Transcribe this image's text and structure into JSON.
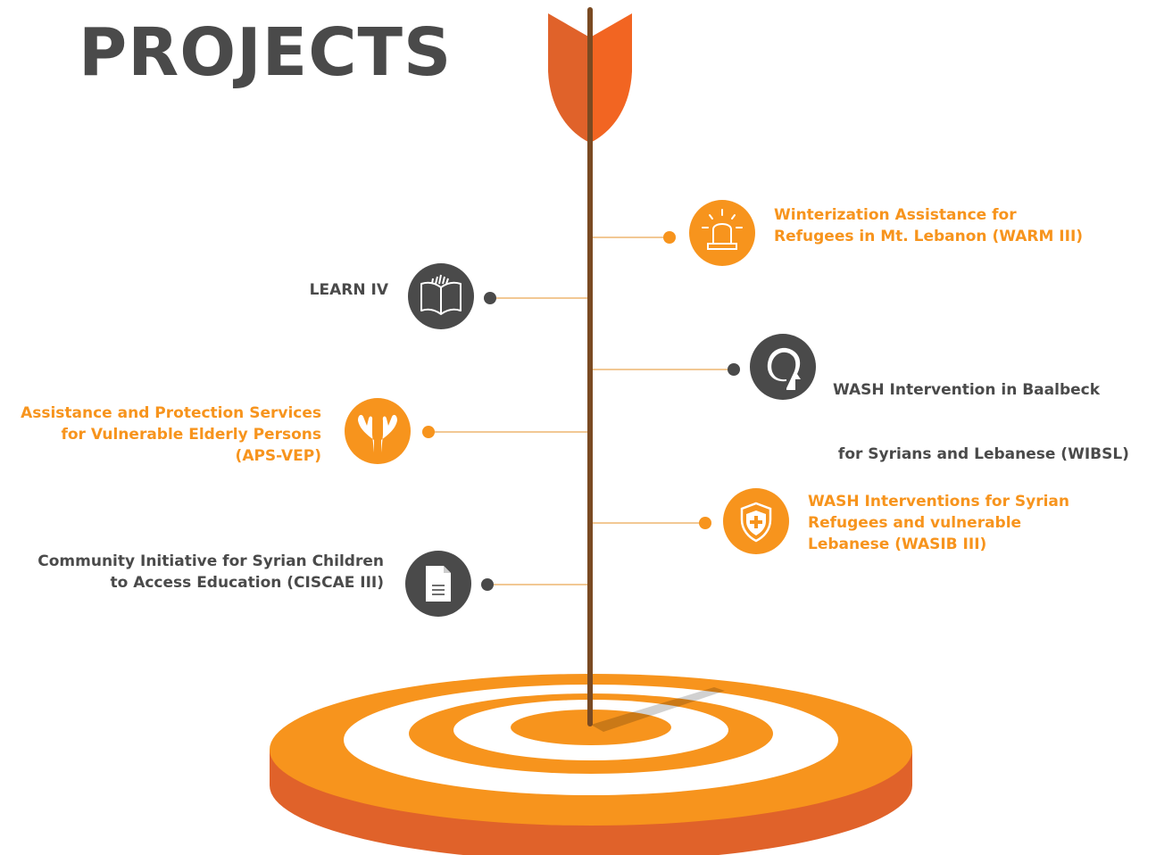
{
  "page": {
    "title": "PROJECTS"
  },
  "colors": {
    "orange": "#f7941d",
    "orange_dark": "#e0622a",
    "dark_gray": "#4a4a4a",
    "shaft": "#7a4a22",
    "connector": "#f2c894"
  },
  "projects": [
    {
      "id": "warm",
      "side": "right",
      "color": "orange",
      "icon": "siren-icon",
      "lines": [
        "Winterization Assistance for",
        "Refugees in Mt. Lebanon (WARM III)"
      ]
    },
    {
      "id": "learn",
      "side": "left",
      "color": "dark",
      "icon": "open-book-icon",
      "lines": [
        "LEARN IV"
      ]
    },
    {
      "id": "wibsl",
      "side": "right",
      "color": "dark",
      "icon": "head-profile-icon",
      "lines": [
        "WASH Intervention in Baalbeck",
        " for Syrians and Lebanese (WIBSL)"
      ]
    },
    {
      "id": "apsvep",
      "side": "left",
      "color": "orange",
      "icon": "caring-hands-icon",
      "lines": [
        "Assistance and Protection Services",
        "for Vulnerable Elderly Persons",
        "(APS-VEP)"
      ]
    },
    {
      "id": "wasib",
      "side": "right",
      "color": "orange",
      "icon": "shield-cross-icon",
      "lines": [
        "WASH Interventions for Syrian",
        "Refugees and vulnerable",
        "Lebanese (WASIB III)"
      ]
    },
    {
      "id": "ciscae",
      "side": "left",
      "color": "dark",
      "icon": "document-icon",
      "lines": [
        "Community Initiative for Syrian Children",
        "to Access Education (CISCAE III)"
      ]
    }
  ]
}
